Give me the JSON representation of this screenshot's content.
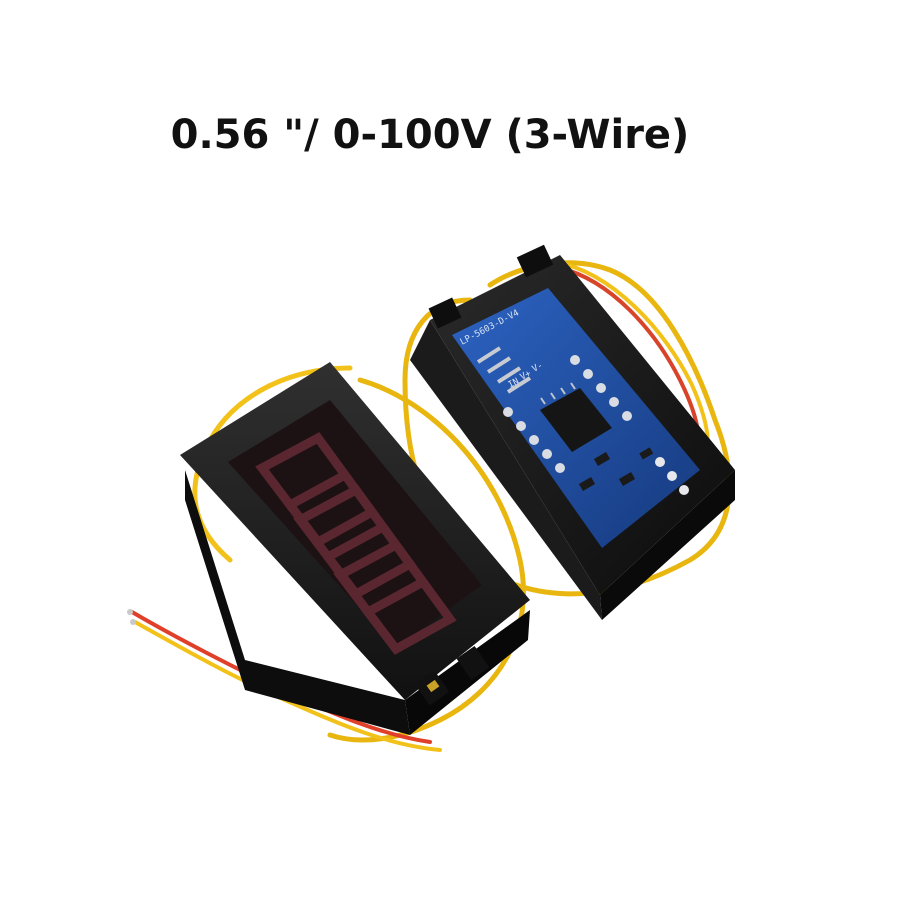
{
  "product": {
    "title": "0.56 \"/ 0-100V (3-Wire)",
    "pcb_label": "LP-5603-D-V4",
    "pin_labels": [
      "IN",
      "V+",
      "V-"
    ]
  },
  "colors": {
    "case": "#141414",
    "pcb": "#1e4fa3",
    "wire_yellow": "#f2c21b",
    "wire_red": "#e0402a",
    "wire_black": "#1a1a1a",
    "segment_off": "#5a2630"
  }
}
